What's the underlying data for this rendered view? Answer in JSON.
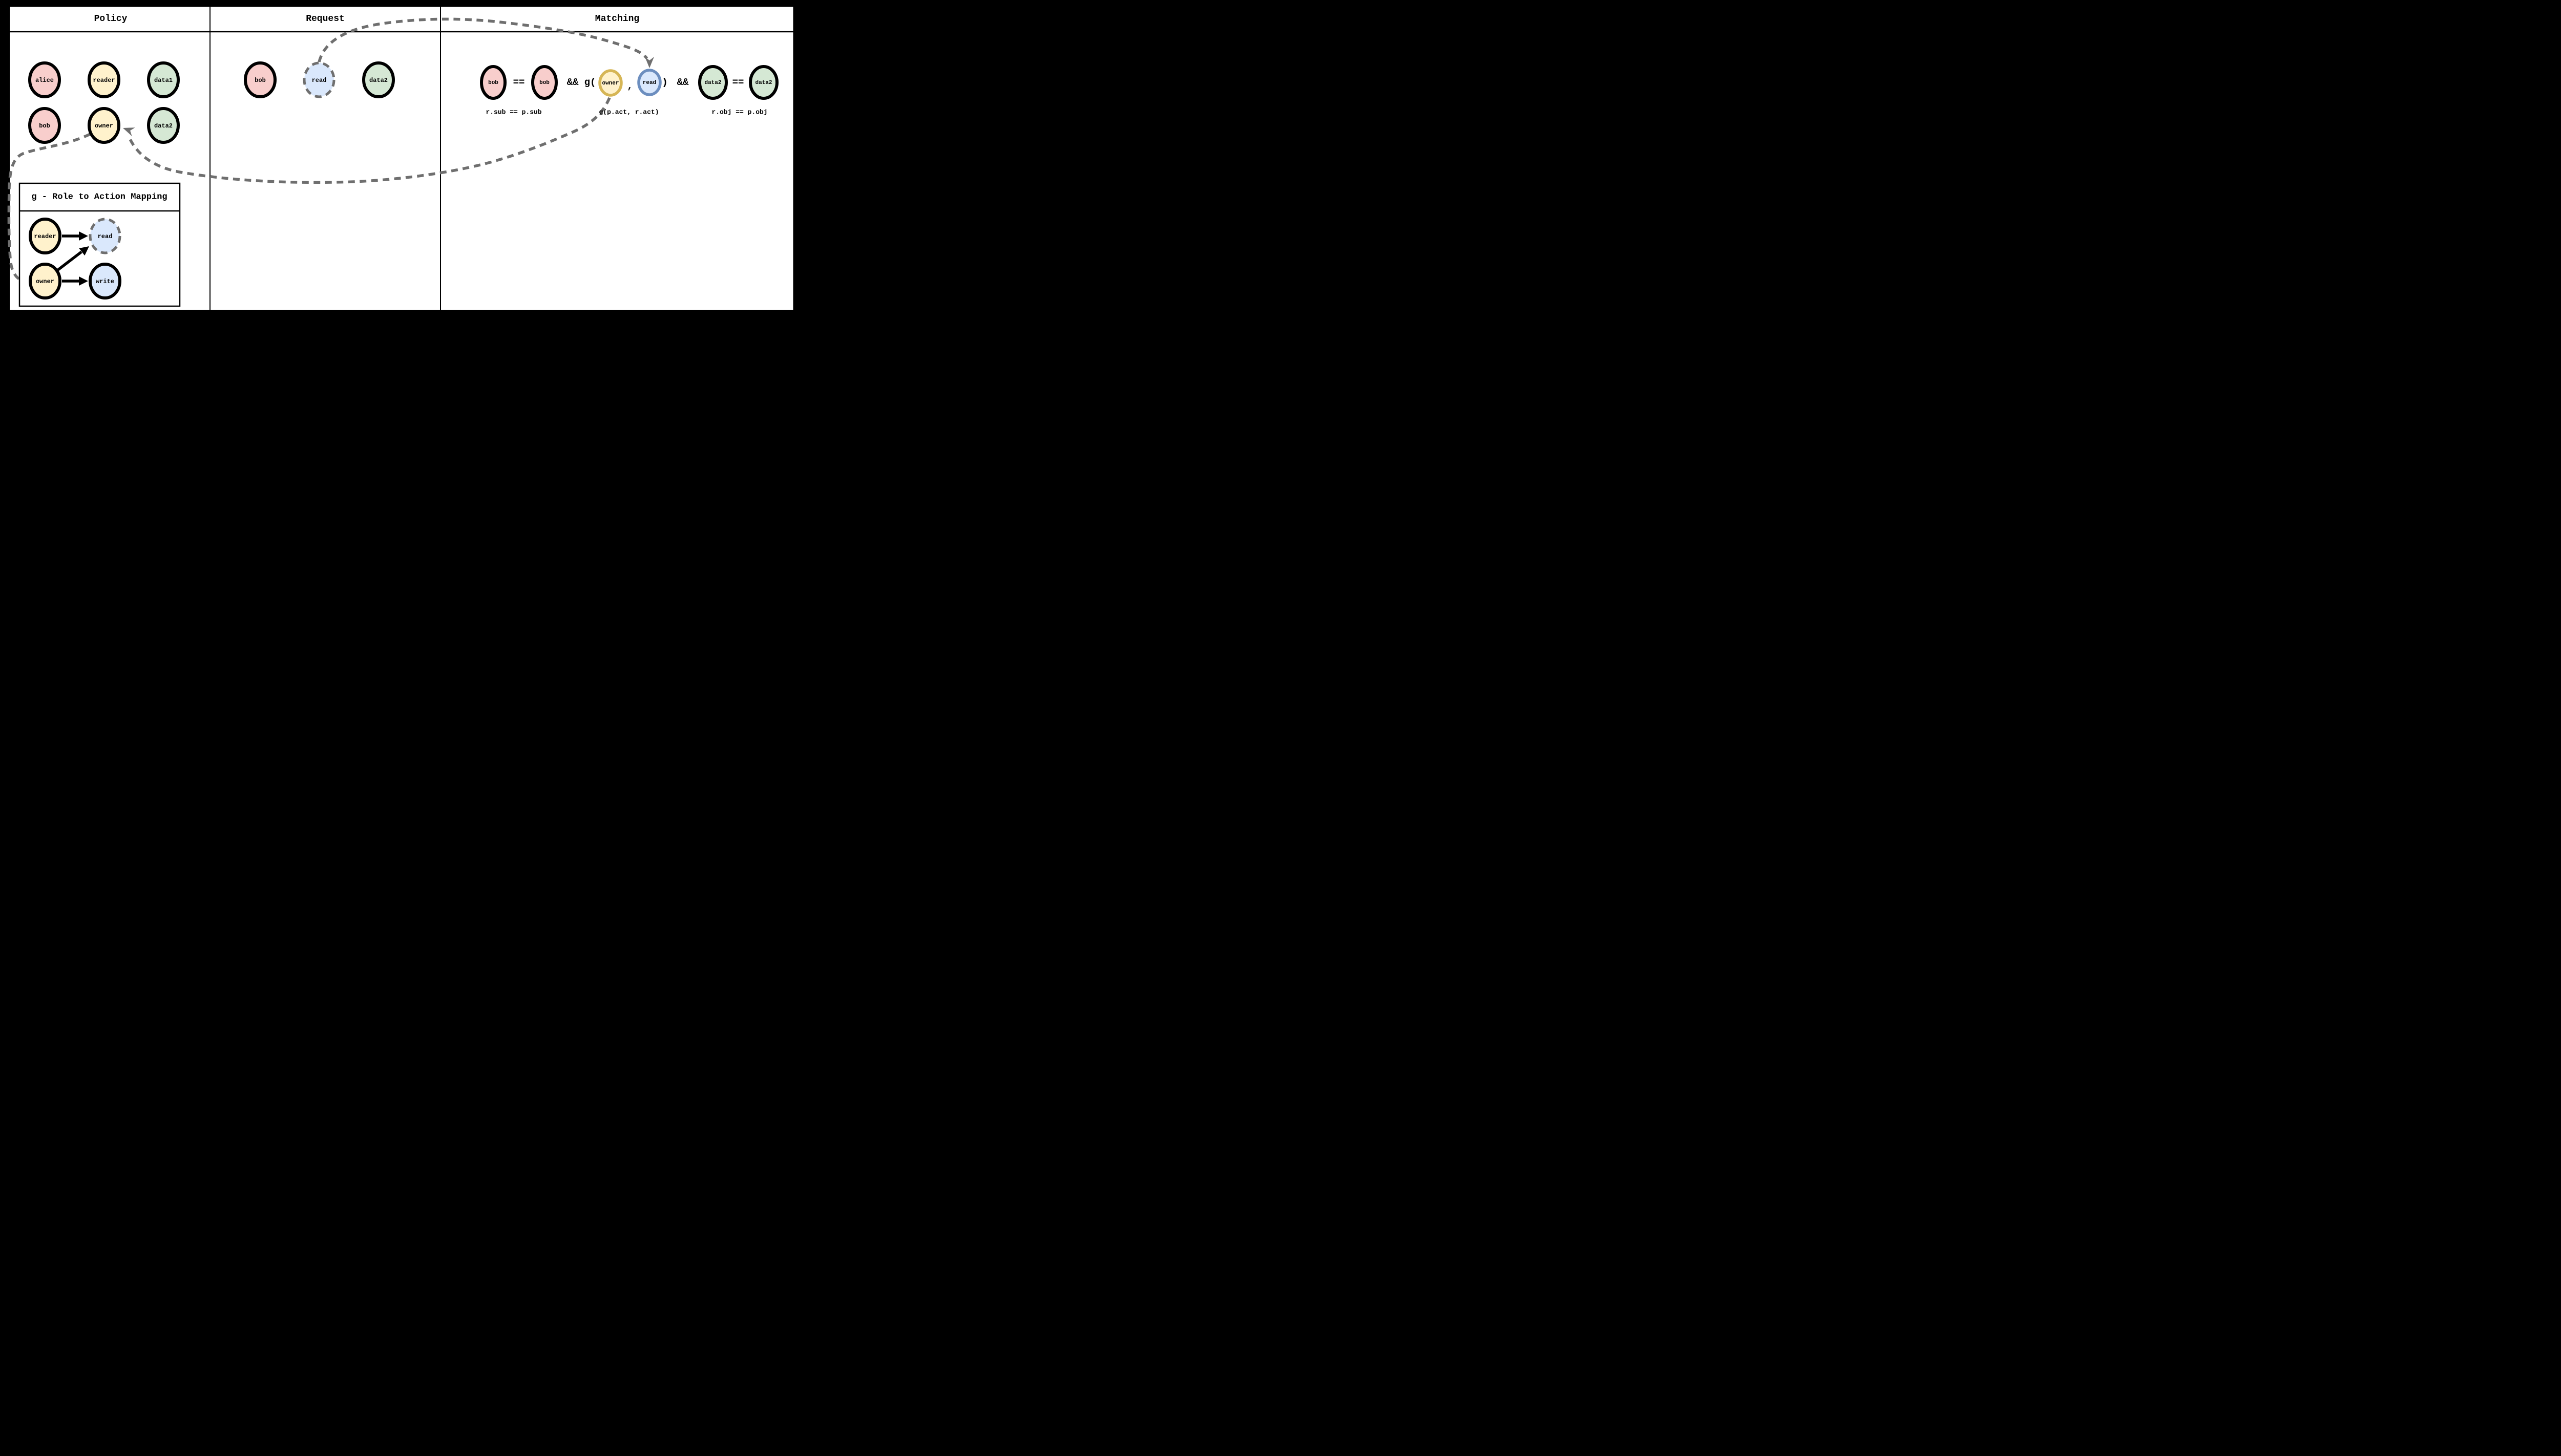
{
  "panels": [
    {
      "title": "Policy"
    },
    {
      "title": "Request"
    },
    {
      "title": "Matching"
    }
  ],
  "policy": {
    "nodes": [
      {
        "label": "alice"
      },
      {
        "label": "reader"
      },
      {
        "label": "data1"
      },
      {
        "label": "bob"
      },
      {
        "label": "owner"
      },
      {
        "label": "data2"
      }
    ]
  },
  "request": {
    "nodes": [
      {
        "label": "bob"
      },
      {
        "label": "read"
      },
      {
        "label": "data2"
      }
    ]
  },
  "matching": {
    "tokens": {
      "r_sub": "bob",
      "eq1": "==",
      "p_sub": "bob",
      "and1": "&&",
      "g_open": "g(",
      "p_act": "owner",
      "comma": ",",
      "r_act": "read",
      "g_close": ")",
      "and2": "&&",
      "r_obj": "data2",
      "eq2": "==",
      "p_obj": "data2"
    },
    "captions": [
      "r.sub == p.sub",
      "g(p.act, r.act)",
      "r.obj == p.obj"
    ]
  },
  "gbox": {
    "title": "g - Role to Action Mapping",
    "nodes": [
      {
        "label": "reader"
      },
      {
        "label": "read"
      },
      {
        "label": "owner"
      },
      {
        "label": "write"
      }
    ]
  },
  "colors": {
    "subject_fill": "#F8CECC",
    "role_fill": "#FFF2CC",
    "object_fill": "#D5E8D4",
    "action_fill": "#DAE8FC",
    "role_ring": "#D6B656",
    "action_ring": "#6C8EBF",
    "dash_gray": "#6F6F6F",
    "node_ring": "#000000",
    "background": "#FFFFFF",
    "frame": "#000000"
  }
}
